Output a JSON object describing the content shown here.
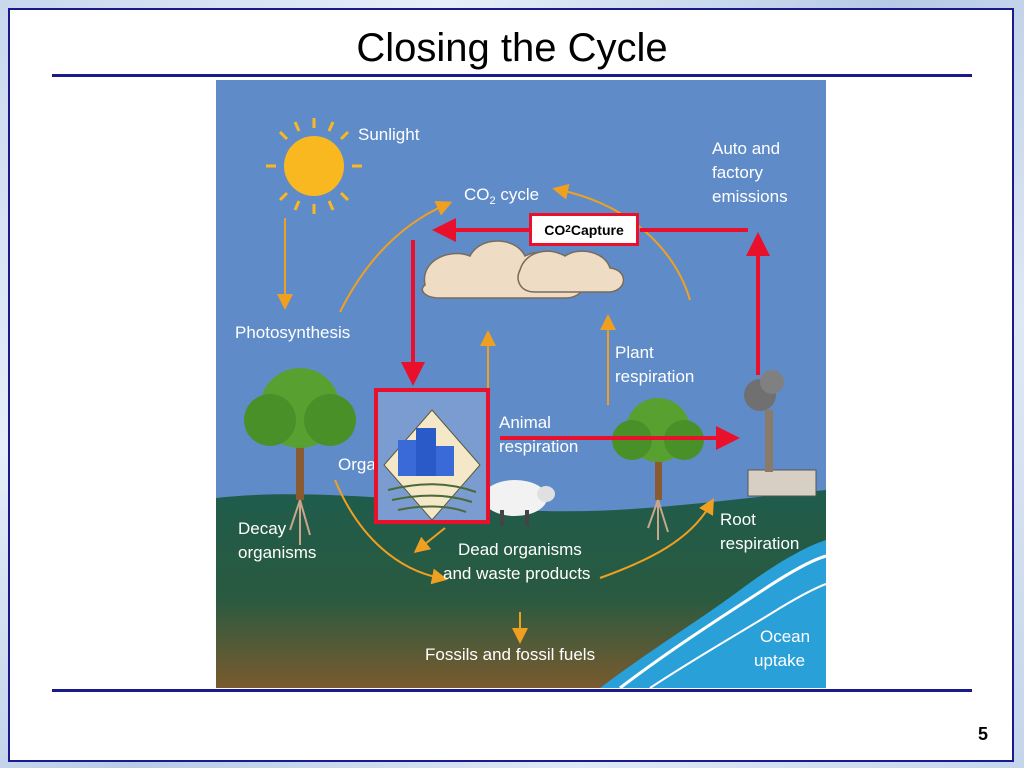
{
  "slide": {
    "title": "Closing the Cycle",
    "page_number": "5"
  },
  "diagram": {
    "labels": {
      "sunlight": "Sunlight",
      "co2_cycle_prefix": "CO",
      "co2_cycle_sub": "2",
      "co2_cycle_suffix": " cycle",
      "auto_emissions_1": "Auto  and",
      "auto_emissions_2": "factory",
      "auto_emissions_3": "emissions",
      "photosynthesis": "Photosynthesis",
      "plant_respiration_1": "Plant",
      "plant_respiration_2": "respiration",
      "animal_respiration_1": "Animal",
      "animal_respiration_2": "respiration",
      "organic": "Orga",
      "decay_1": "Decay",
      "decay_2": "organisms",
      "root_1": "Root",
      "root_2": "respiration",
      "dead_1": "Dead  organisms",
      "dead_2": "and  waste  products",
      "fossils": "Fossils  and  fossil  fuels",
      "ocean_1": "Ocean",
      "ocean_2": "uptake"
    },
    "overlay": {
      "capture_prefix": "CO",
      "capture_sub": "2",
      "capture_suffix": " Capture"
    },
    "colors": {
      "sky": "#5f8cc8",
      "ground": "#1e5a4a",
      "soil": "#7a5a2e",
      "arrow_orange": "#f0a020",
      "overlay_red": "#e8102a",
      "title_rule": "#1a1a8c"
    }
  }
}
